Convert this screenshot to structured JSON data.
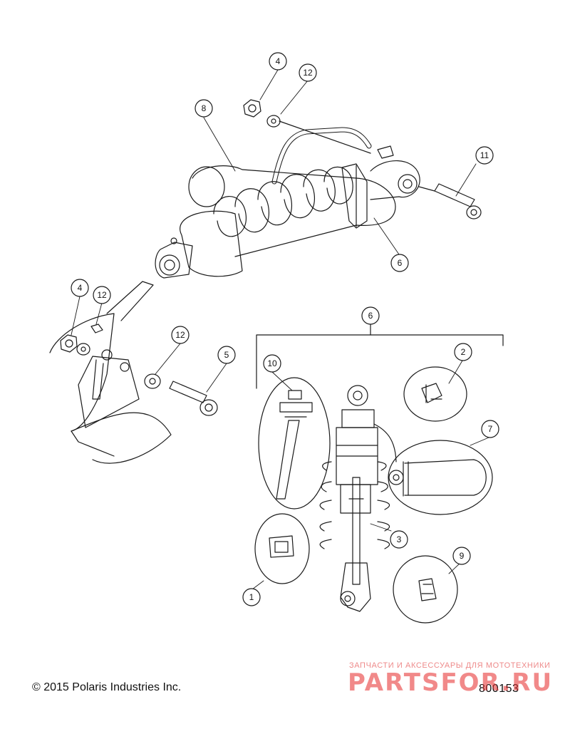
{
  "callouts": [
    {
      "id": "c1",
      "label": "1"
    },
    {
      "id": "c2",
      "label": "2"
    },
    {
      "id": "c3",
      "label": "3"
    },
    {
      "id": "c4a",
      "label": "4"
    },
    {
      "id": "c4b",
      "label": "4"
    },
    {
      "id": "c5",
      "label": "5"
    },
    {
      "id": "c6a",
      "label": "6"
    },
    {
      "id": "c6b",
      "label": "6"
    },
    {
      "id": "c7",
      "label": "7"
    },
    {
      "id": "c8",
      "label": "8"
    },
    {
      "id": "c9",
      "label": "9"
    },
    {
      "id": "c10",
      "label": "10"
    },
    {
      "id": "c11",
      "label": "11"
    },
    {
      "id": "c12a",
      "label": "12"
    },
    {
      "id": "c12b",
      "label": "12"
    },
    {
      "id": "c12c",
      "label": "12"
    }
  ],
  "footer": {
    "copyright": "© 2015 Polaris Industries Inc.",
    "drawing_id": "800153"
  },
  "watermark": {
    "tagline": "ЗАПЧАСТИ И АКСЕССУАРЫ ДЛЯ МОТОТЕХНИКИ",
    "logo": "PARTSFOR.RU"
  },
  "colors": {
    "line": "#1a1a1a",
    "watermark": "#e62828"
  }
}
